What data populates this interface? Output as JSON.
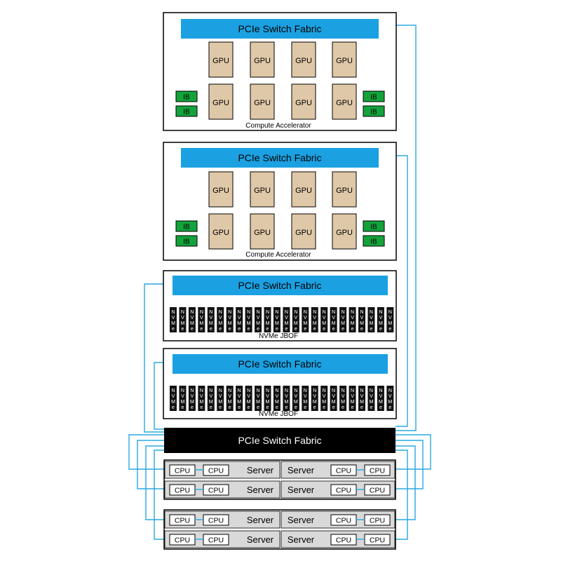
{
  "labels": {
    "pcie": "PCIe Switch Fabric",
    "gpu": "GPU",
    "ib": "IB",
    "cpu": "CPU",
    "server": "Server",
    "compute_caption": "Compute Accelerator",
    "jbof_caption": "NVMe JBOF",
    "nvme_letters": [
      "N",
      "V",
      "M",
      "e"
    ]
  },
  "counts": {
    "compute_accelerators": 2,
    "gpus_per_accelerator": 8,
    "ib_per_accelerator": 4,
    "jbofs": 2,
    "nvme_drives_per_jbof": 24,
    "server_chassis": 2,
    "servers_per_chassis": 4,
    "cpus_per_server": 2
  },
  "colors": {
    "fabric": "#1ba1e2",
    "link": "#29a8e0",
    "gpu_fill": "#dfc8a8",
    "ib_fill": "#14a33b",
    "drive_fill": "#111111",
    "host_fabric_fill": "#000000",
    "server_fill": "#d9d9d9",
    "outline": "#000000"
  }
}
